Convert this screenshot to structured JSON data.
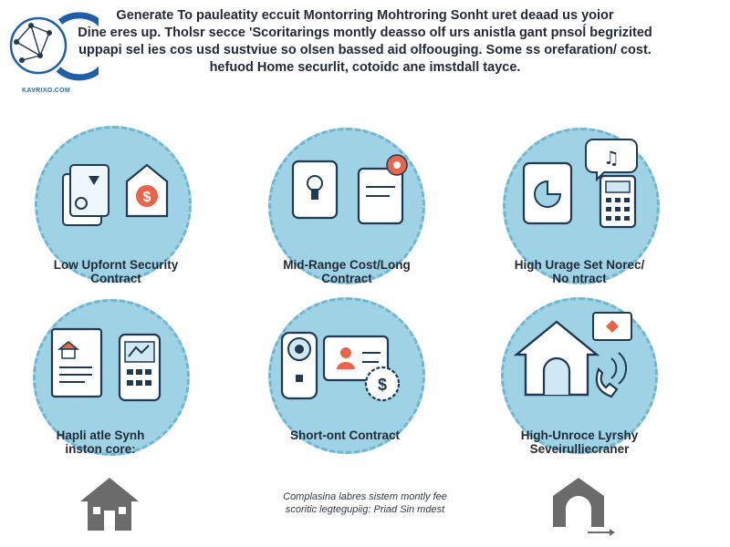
{
  "header": {
    "lines": [
      "Generate  To pauleatity  eccuit  Montorring  Mohtroring Sonht uret deaad  us  yoior",
      "Dine  eres up.  Tholsr secce  'Scoritarings montly deasso  olf urs anistla gant  pnsoĺ begrizited",
      "uppapi  sel ies  cos  usd  sustviue so  olsen  bassed  aid  olfoouging.  Some  ss  orefaration/  cost.",
      "hefuod  Home  securlit,  cotoidc  ane  imstdall  tayce."
    ]
  },
  "logo": {
    "caption": "KAVRIXO.COM",
    "icon": "network-globe-logo",
    "accent_color": "#1f5fa8"
  },
  "tiles": [
    {
      "id": "low-upfront",
      "label_lines": [
        "Low  Upfornt  Security",
        "Contract"
      ],
      "icon": "devices-and-house-dollar"
    },
    {
      "id": "mid-range",
      "label_lines": [
        "Mid-Range  Cost/Long",
        "Contract"
      ],
      "icon": "tablet-lock-and-alert"
    },
    {
      "id": "high-urage",
      "label_lines": [
        "High  Urage  Set  Norec/",
        "No ntract"
      ],
      "icon": "tablet-chart-music-phone"
    },
    {
      "id": "hapli",
      "label_lines": [
        "Hapli  atle  Synh",
        "inston core:"
      ],
      "icon": "documents-and-phone"
    },
    {
      "id": "short-ont",
      "label_lines": [
        "Short-ont  Contract"
      ],
      "icon": "camera-card-coin"
    },
    {
      "id": "high-unroce",
      "label_lines": [
        "High-Unroce  Lyrshy",
        "Seveirulliecraner"
      ],
      "icon": "house-and-phone"
    }
  ],
  "footer": {
    "note_lines": [
      "Complasina  labres  sistem  montly  fee",
      "scoritic  legtegupiig:  Priad Sin mdest"
    ],
    "left_icon": "house-icon",
    "right_icon": "door-arrow-icon"
  },
  "colors": {
    "circle_fill": "#9fd2e4",
    "circle_ring": "#6fb6d2",
    "icon_stroke": "#1f3a52",
    "accent_red": "#e8654a",
    "footer_icon": "#6b6b6b"
  }
}
